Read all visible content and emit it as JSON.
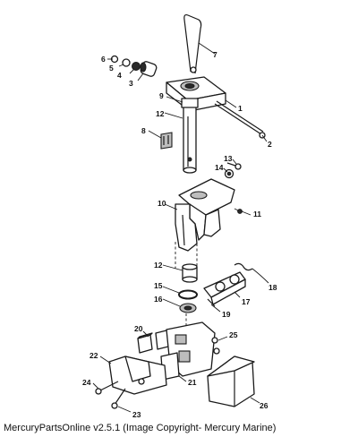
{
  "callouts": [
    "1",
    "2",
    "3",
    "4",
    "5",
    "6",
    "7",
    "8",
    "9",
    "10",
    "11",
    "12",
    "12",
    "13",
    "14",
    "15",
    "16",
    "17",
    "18",
    "19",
    "20",
    "21",
    "22",
    "23",
    "24",
    "25",
    "26"
  ],
  "footer": "MercuryPartsOnline v2.5.1 (Image Copyright- Mercury Marine)"
}
